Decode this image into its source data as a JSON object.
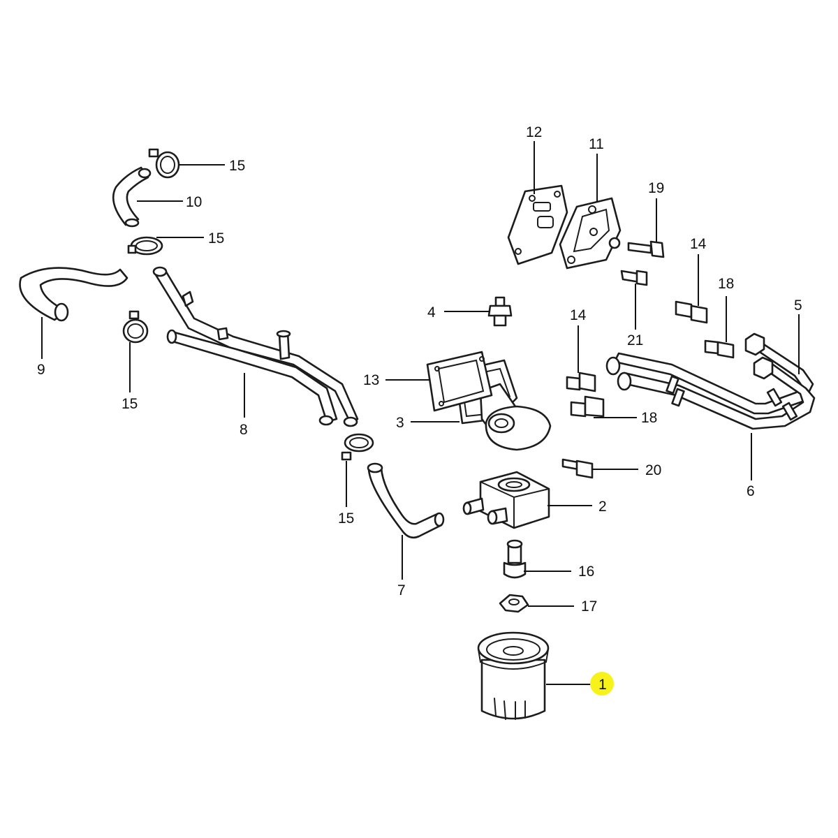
{
  "diagram": {
    "highlight_color": "#f7f21a",
    "line_color": "#1c1c1c",
    "highlighted_callout": "1",
    "callouts": {
      "c1": "1",
      "c2": "2",
      "c3": "3",
      "c4": "4",
      "c5": "5",
      "c6": "6",
      "c7": "7",
      "c8": "8",
      "c9": "9",
      "c10": "10",
      "c11": "11",
      "c12": "12",
      "c13": "13",
      "c14a": "14",
      "c14b": "14",
      "c15a": "15",
      "c15b": "15",
      "c15c": "15",
      "c15d": "15",
      "c16": "16",
      "c17": "17",
      "c18a": "18",
      "c18b": "18",
      "c19": "19",
      "c20": "20",
      "c21": "21"
    }
  }
}
